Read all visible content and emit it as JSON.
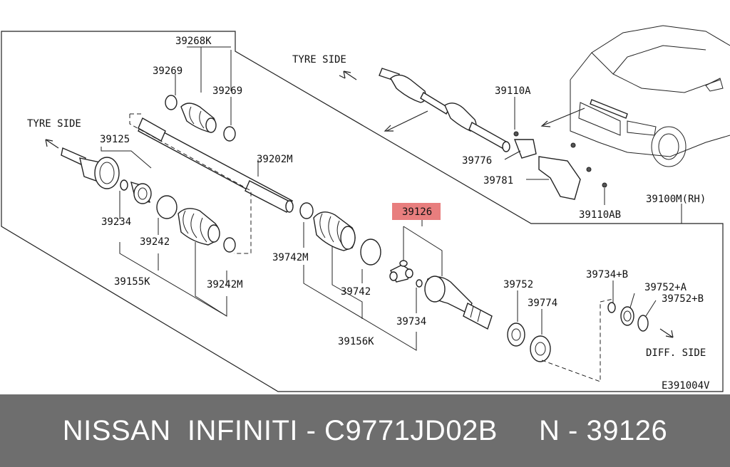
{
  "diagram": {
    "highlight_color": "#e87e7e",
    "labels": {
      "tyre_side_top": "TYRE SIDE",
      "tyre_side_left": "TYRE SIDE",
      "diff_side": "DIFF. SIDE",
      "p39268K": "39268K",
      "p39269a": "39269",
      "p39269b": "39269",
      "p39125": "39125",
      "p39202M": "39202M",
      "p39234": "39234",
      "p39242": "39242",
      "p39155K": "39155K",
      "p39242M": "39242M",
      "p39742M": "39742M",
      "p39742": "39742",
      "p39156K": "39156K",
      "p39126": "39126",
      "p39734": "39734",
      "p39752": "39752",
      "p39774": "39774",
      "p39734B": "39734+B",
      "p39752A": "39752+A",
      "p39752B": "39752+B",
      "p39110A": "39110A",
      "p39776": "39776",
      "p39781": "39781",
      "p39110AB": "39110AB",
      "p39100M": "39100M(RH)",
      "code": "E391004V"
    }
  },
  "footer": {
    "text": "NISSAN  INFINITI - C9771JD02B     N - 39126"
  }
}
